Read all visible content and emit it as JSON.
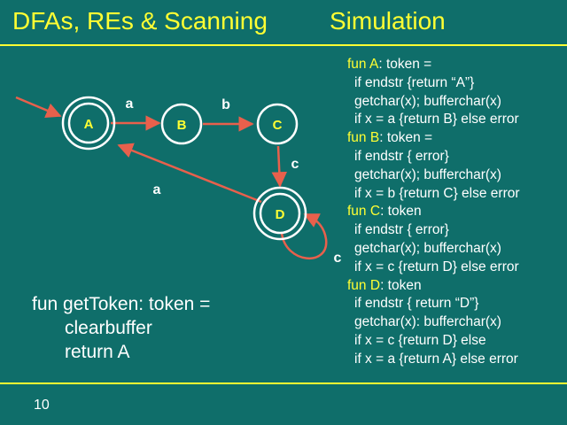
{
  "title_left": "DFAs, REs & Scanning",
  "title_right": "Simulation",
  "dfa": {
    "states": [
      "A",
      "B",
      "C",
      "D"
    ],
    "edge_labels": {
      "a_to_b": "a",
      "b_to_c": "b",
      "c_to_d": "c",
      "d_to_a": "a",
      "d_loop": "c"
    }
  },
  "code": {
    "fun_a": {
      "head": "fun A",
      "sig": ": token =",
      "lines": [
        "if endstr {return “A”}",
        "getchar(x); bufferchar(x)",
        "if x = a {return B} else error"
      ]
    },
    "fun_b": {
      "head": "fun B",
      "sig": ": token =",
      "lines": [
        "if endstr { error}",
        "getchar(x); bufferchar(x)",
        "if x = b {return C} else error"
      ]
    },
    "fun_c": {
      "head": "fun C",
      "sig": ": token",
      "lines": [
        "if endstr { error}",
        "getchar(x); bufferchar(x)",
        "if x = c {return D} else error"
      ]
    },
    "fun_d": {
      "head": "fun D",
      "sig": ": token",
      "lines": [
        "if endstr { return “D”}",
        "getchar(x): bufferchar(x)",
        "if x = c {return D} else",
        "if x = a {return A} else error"
      ]
    }
  },
  "get_token": {
    "line1": "fun getToken: token =",
    "line2": "clearbuffer",
    "line3": "return A"
  },
  "slide_number": "10",
  "colors": {
    "background": "#0f6e6a",
    "title": "#ffff33",
    "arrow": "#e8604c",
    "text": "#ffffff"
  }
}
